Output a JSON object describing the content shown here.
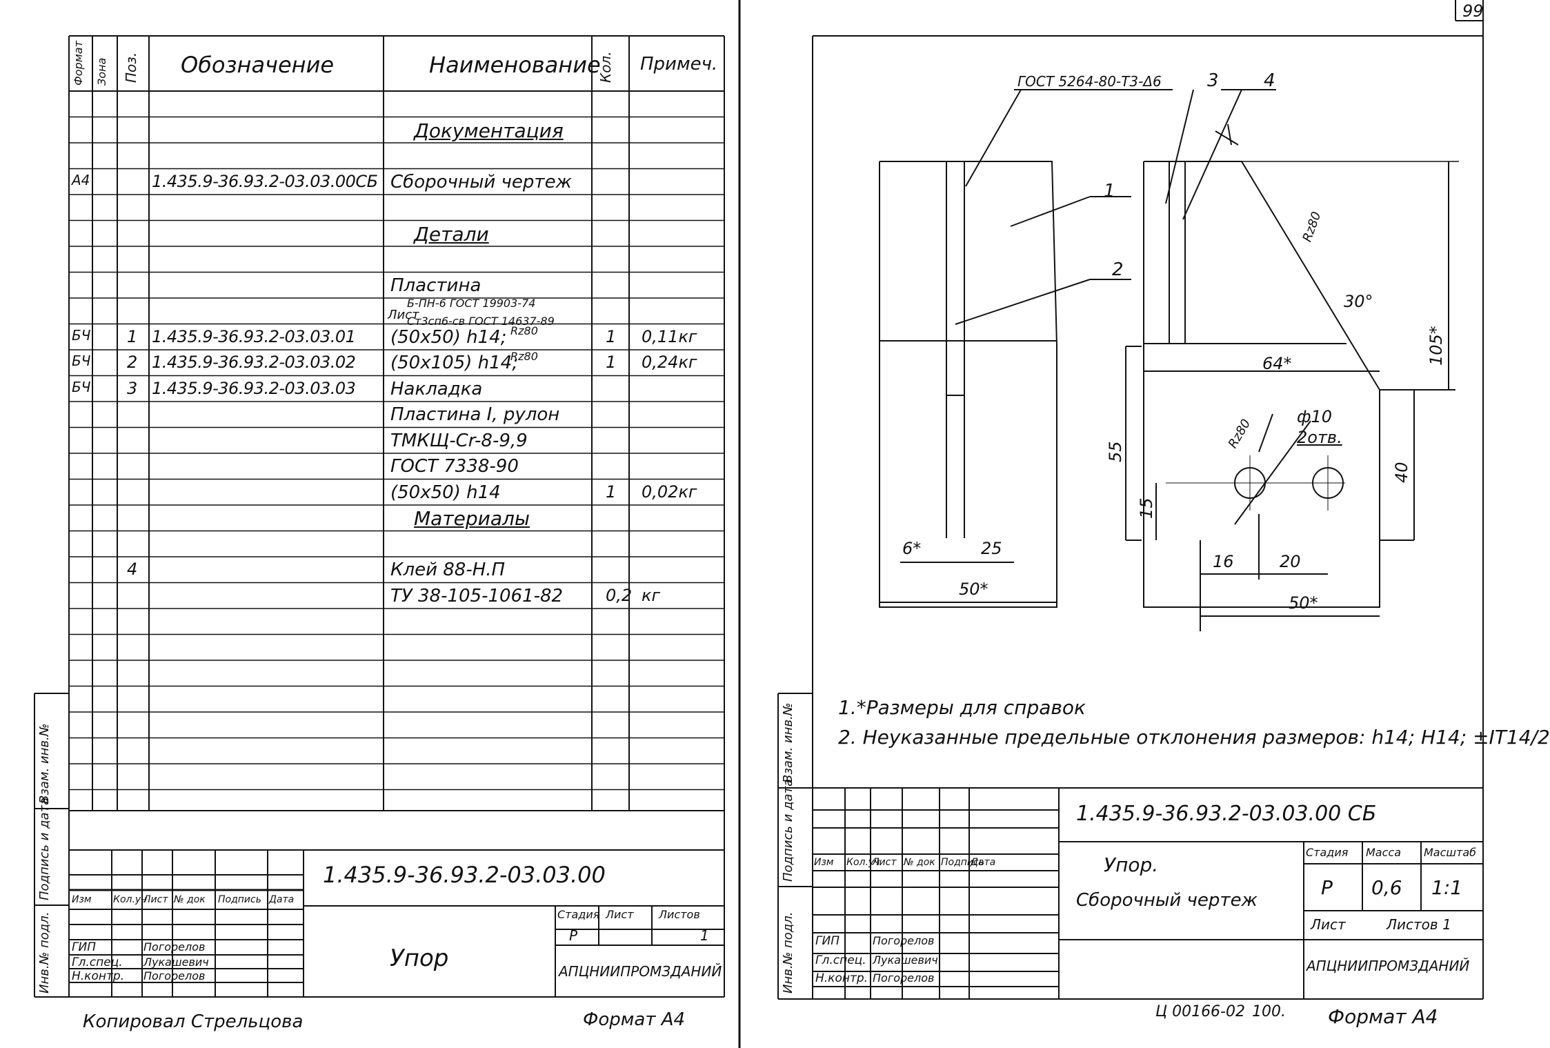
{
  "page_number": "99",
  "spec": {
    "headers": {
      "format": "Формат",
      "zone": "Зона",
      "pos": "Поз.",
      "designation": "Обозначение",
      "name": "Наименование",
      "qty": "Кол.",
      "note": "Примеч."
    },
    "rows": [
      {
        "format": "",
        "pos": "",
        "designation": "",
        "name": "Документация",
        "qty": "",
        "note": "",
        "style": "section"
      },
      {
        "format": "А4",
        "pos": "",
        "designation": "1.435.9-36.93.2-03.03.00СБ",
        "name": "Сборочный чертеж",
        "qty": "",
        "note": ""
      },
      {
        "format": "",
        "pos": "",
        "designation": "",
        "name": "Детали",
        "qty": "",
        "note": "",
        "style": "section"
      },
      {
        "format": "",
        "pos": "",
        "designation": "",
        "name": "Пластина",
        "qty": "",
        "note": ""
      },
      {
        "format": "",
        "pos": "",
        "designation": "",
        "name_top": "Б-ПН-6 ГОСТ 19903-74",
        "name_prefix": "Лист",
        "name_bottom": "Ст3сп6-св ГОСТ 14637-89",
        "qty": "",
        "note": "",
        "style": "fraction"
      },
      {
        "format": "БЧ",
        "pos": "1",
        "designation": "1.435.9-36.93.2-03.03.01",
        "name": "(50х50) h14;",
        "name_suffix": "Rz80",
        "qty": "1",
        "note": "0,11кг"
      },
      {
        "format": "БЧ",
        "pos": "2",
        "designation": "1.435.9-36.93.2-03.03.02",
        "name": "(50х105) h14;",
        "name_suffix": "Rz80",
        "qty": "1",
        "note": "0,24кг"
      },
      {
        "format": "БЧ",
        "pos": "3",
        "designation": "1.435.9-36.93.2-03.03.03",
        "name": "Накладка",
        "qty": "",
        "note": ""
      },
      {
        "format": "",
        "pos": "",
        "designation": "",
        "name": "Пластина I, рулон",
        "qty": "",
        "note": ""
      },
      {
        "format": "",
        "pos": "",
        "designation": "",
        "name": "ТМКЩ-Сr-8-9,9",
        "qty": "",
        "note": ""
      },
      {
        "format": "",
        "pos": "",
        "designation": "",
        "name": "ГОСТ 7338-90",
        "qty": "",
        "note": ""
      },
      {
        "format": "",
        "pos": "",
        "designation": "",
        "name": "(50х50) h14",
        "qty": "1",
        "note": "0,02кг"
      },
      {
        "format": "",
        "pos": "",
        "designation": "",
        "name": "Материалы",
        "qty": "",
        "note": "",
        "style": "section"
      },
      {
        "format": "",
        "pos": "4",
        "designation": "",
        "name": "Клей 88-Н.П",
        "qty": "",
        "note": ""
      },
      {
        "format": "",
        "pos": "",
        "designation": "",
        "name": "ТУ 38-105-1061-82",
        "qty": "0,2",
        "note": "кг"
      }
    ]
  },
  "left_side_labels": [
    "Инв.№ подл.",
    "Подпись и дата",
    "Взам. инв.№"
  ],
  "left_title": {
    "code": "1.435.9-36.93.2-03.03.00",
    "name": "Упор",
    "col_heads": [
      "Изм",
      "Кол.уч",
      "Лист",
      "№ док",
      "Подпись",
      "Дата"
    ],
    "stage_label": "Стадия",
    "sheet_label": "Лист",
    "sheets_label": "Листов",
    "stage": "Р",
    "sheets": "1",
    "org": "АПЦНИИПРОМЗДАНИЙ",
    "roles": [
      "ГИП",
      "Гл.спец.",
      "Н.контр."
    ],
    "names": [
      "Погорелов",
      "Лукашевич",
      "Погорелов"
    ]
  },
  "left_footer": {
    "copied": "Копировал Стрельцова",
    "format": "Формат А4"
  },
  "drawing": {
    "callouts": [
      "1",
      "2",
      "3",
      "4"
    ],
    "weld_note": "ГОСТ 5264-80-Т3-Δ6",
    "roughness": "Rz80",
    "angle": "30°",
    "dims": {
      "d64": "64*",
      "d105": "105*",
      "d55": "55",
      "d15": "15",
      "d40": "40",
      "d6": "6*",
      "d25": "25",
      "d50a": "50*",
      "d16": "16",
      "d20": "20",
      "d50b": "50*"
    },
    "hole_roughness": "Rz80",
    "hole_label": "ф10",
    "hole_count": "2отв."
  },
  "notes": [
    "1.*Размеры для справок",
    "2. Неуказанные предельные отклонения размеров: h14; H14; ±IT14/2"
  ],
  "right_side_labels": [
    "Инв.№ подл.",
    "Подпись и дата",
    "Взам. инв.№"
  ],
  "right_title": {
    "code": "1.435.9-36.93.2-03.03.00 СБ",
    "name": "Упор.",
    "subtitle": "Сборочный чертеж",
    "col_heads": [
      "Изм",
      "Кол.уч",
      "Лист",
      "№ док",
      "Подпись",
      "Дата"
    ],
    "stage_label": "Стадия",
    "mass_label": "Масса",
    "scale_label": "Масштаб",
    "stage": "Р",
    "mass": "0,6",
    "scale": "1:1",
    "sheet_label": "Лист",
    "sheets_label": "Листов 1",
    "org": "АПЦНИИПРОМЗДАНИЙ",
    "roles": [
      "ГИП",
      "Гл.спец.",
      "Н.контр."
    ],
    "names": [
      "Погорелов",
      "Лукашевич",
      "Погорелов"
    ]
  },
  "right_footer": {
    "order": "Ц 00166-02",
    "num": "100.",
    "format": "Формат А4"
  }
}
